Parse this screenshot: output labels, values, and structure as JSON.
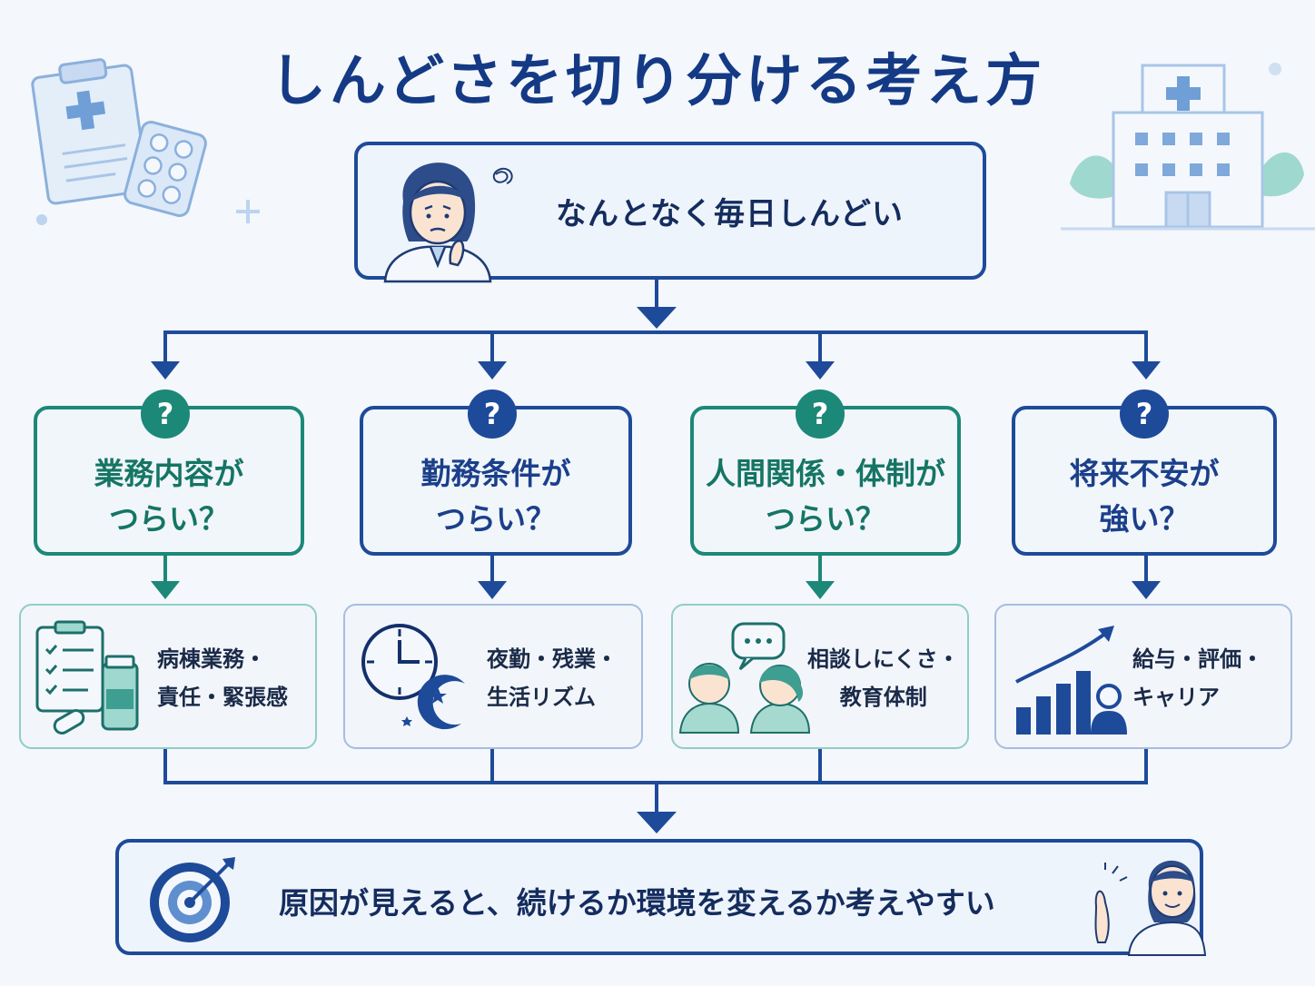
{
  "title": "しんどさを切り分ける考え方",
  "top": {
    "text": "なんとなく毎日しんどい"
  },
  "questions": [
    {
      "line1": "業務内容が",
      "line2": "つらい？",
      "color": "teal",
      "badge": "?"
    },
    {
      "line1": "勤務条件が",
      "line2": "つらい？",
      "color": "blue",
      "badge": "?"
    },
    {
      "line1": "人間関係・体制が",
      "line2": "つらい？",
      "color": "teal",
      "badge": "?"
    },
    {
      "line1": "将来不安が",
      "line2": "強い？",
      "color": "blue",
      "badge": "?"
    }
  ],
  "details": [
    {
      "line1": "病棟業務・",
      "line2": "責任・緊張感",
      "icon": "clipboard-medicine-icon"
    },
    {
      "line1": "夜勤・残業・",
      "line2": "生活リズム",
      "icon": "clock-moon-icon"
    },
    {
      "line1": "相談しにくさ・",
      "line2": "教育体制",
      "icon": "people-talking-icon"
    },
    {
      "line1": "給与・評価・",
      "line2": "キャリア",
      "icon": "growth-chart-icon"
    }
  ],
  "bottom": {
    "text": "原因が見えると、続けるか環境を変えるか考えやすい"
  },
  "colors": {
    "navy": "#1e4a9a",
    "teal": "#1c8878",
    "background": "#f4f7fb"
  }
}
